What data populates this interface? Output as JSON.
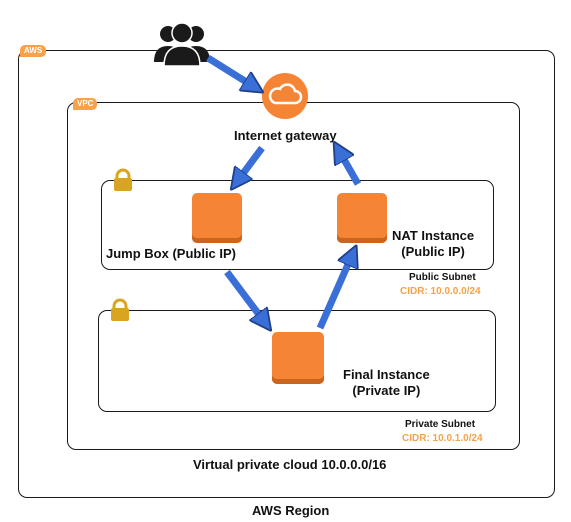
{
  "aws_tag": "AWS",
  "vpc_tag": "VPC",
  "internet_gateway": "Internet gateway",
  "jump_box": "Jump Box (Public IP)",
  "nat_instance_line1": "NAT Instance",
  "nat_instance_line2": "(Public IP)",
  "final_instance_line1": "Final Instance",
  "final_instance_line2": "(Private IP)",
  "public_subnet": {
    "name": "Public Subnet",
    "cidr": "CIDR: 10.0.0.0/24"
  },
  "private_subnet": {
    "name": "Private Subnet",
    "cidr": "CIDR: 10.0.1.0/24"
  },
  "vpc_label": "Virtual private cloud 10.0.0.0/16",
  "region_label": "AWS Region",
  "colors": {
    "arrow": "#3a6fd8",
    "instance": "#f58534",
    "accent": "#f5a24a",
    "lock": "#d9a520"
  }
}
